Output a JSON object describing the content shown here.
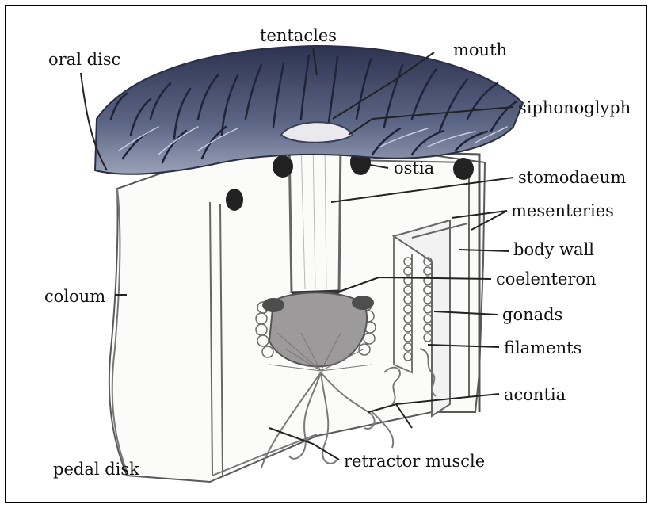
{
  "labels": {
    "tentacles": "tentacles",
    "mouth": "mouth",
    "oral_disc": "oral disc",
    "siphonoglyph": "siphonoglyph",
    "ostia": "ostia",
    "stomodaeum": "stomodaeum",
    "mesenteries": "mesenteries",
    "body_wall": "body wall",
    "coelenteron": "coelenteron",
    "coloum": "coloum",
    "gonads": "gonads",
    "filaments": "filaments",
    "acontia": "acontia",
    "pedal_disk": "pedal disk",
    "retractor_muscle": "retractor muscle"
  }
}
